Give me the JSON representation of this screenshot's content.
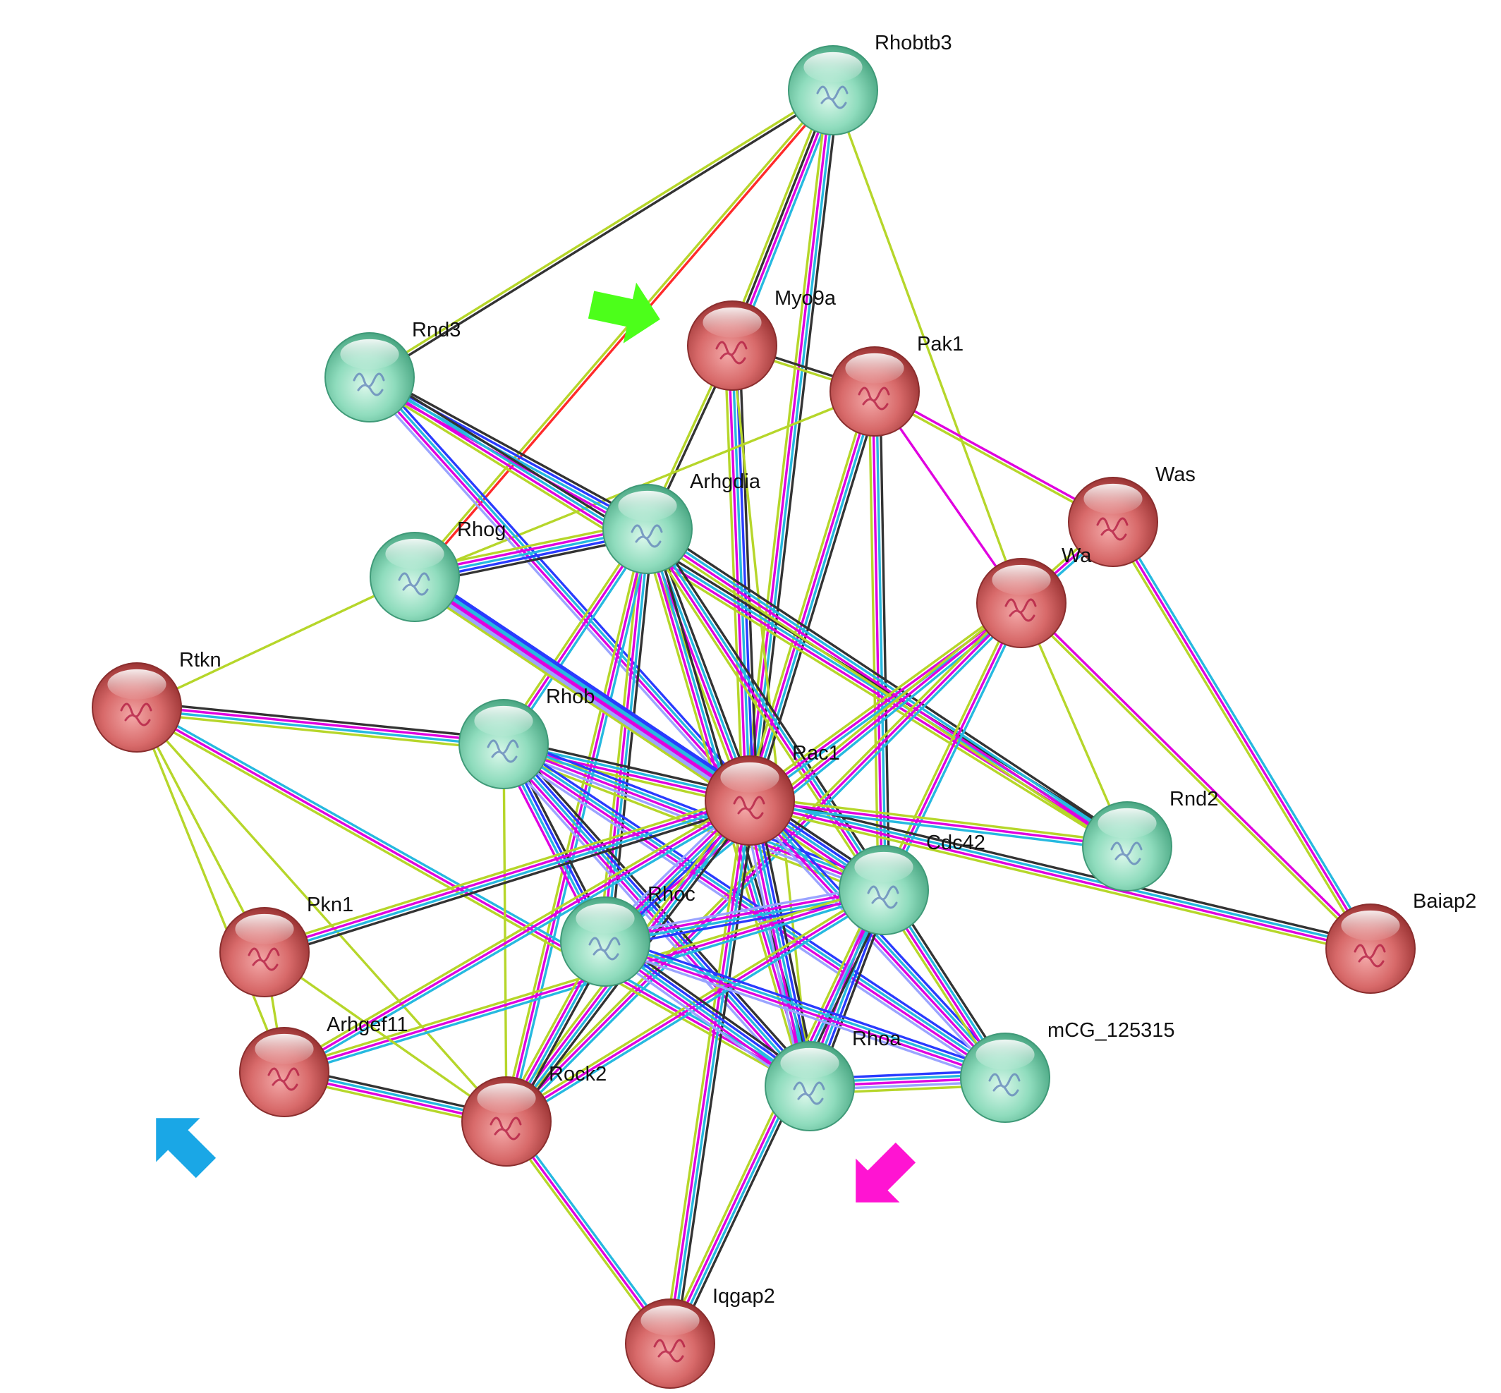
{
  "network": {
    "colors": {
      "red_node": "#c44c4c",
      "green_node": "#74d1ae",
      "edge_black": "#333333",
      "edge_magenta": "#e000e0",
      "edge_cyan": "#26b9e0",
      "edge_blue": "#2a3bff",
      "edge_lightblue": "#9aa4ff",
      "edge_yellowgreen": "#b6d62a",
      "edge_red": "#ff2a2a"
    },
    "nodes": [
      {
        "id": "Rhobtb3",
        "label": "Rhobtb3",
        "color": "green"
      },
      {
        "id": "Myo9a",
        "label": "Myo9a",
        "color": "red"
      },
      {
        "id": "Pak1",
        "label": "Pak1",
        "color": "red"
      },
      {
        "id": "Rnd3",
        "label": "Rnd3",
        "color": "green"
      },
      {
        "id": "Arhgdia",
        "label": "Arhgdia",
        "color": "green"
      },
      {
        "id": "Rhog",
        "label": "Rhog",
        "color": "green"
      },
      {
        "id": "Was",
        "label": "Was",
        "color": "red"
      },
      {
        "id": "Wasl",
        "label": "Wa",
        "color": "red"
      },
      {
        "id": "Rtkn",
        "label": "Rtkn",
        "color": "red"
      },
      {
        "id": "Rhob",
        "label": "Rhob",
        "color": "green"
      },
      {
        "id": "Rac1",
        "label": "Rac1",
        "color": "red"
      },
      {
        "id": "Rnd2",
        "label": "Rnd2",
        "color": "green"
      },
      {
        "id": "Cdc42",
        "label": "Cdc42",
        "color": "green"
      },
      {
        "id": "Baiap2",
        "label": "Baiap2",
        "color": "red"
      },
      {
        "id": "Pkn1",
        "label": "Pkn1",
        "color": "red"
      },
      {
        "id": "Rhoc",
        "label": "Rhoc",
        "color": "green"
      },
      {
        "id": "Arhgef11",
        "label": "Arhgef11",
        "color": "red"
      },
      {
        "id": "Rhoa",
        "label": "Rhoa",
        "color": "green"
      },
      {
        "id": "mCG_125315",
        "label": "mCG_125315",
        "color": "green"
      },
      {
        "id": "Rock2",
        "label": "Rock2",
        "color": "red"
      },
      {
        "id": "Iqgap2",
        "label": "Iqgap2",
        "color": "red"
      }
    ],
    "edges": [
      {
        "source": "Rhobtb3",
        "target": "Rnd3",
        "types": [
          "black",
          "yellowgreen"
        ]
      },
      {
        "source": "Rhobtb3",
        "target": "Rhog",
        "types": [
          "red",
          "yellowgreen"
        ]
      },
      {
        "source": "Rhobtb3",
        "target": "Myo9a",
        "types": [
          "cyan",
          "magenta",
          "black",
          "yellowgreen"
        ]
      },
      {
        "source": "Rhobtb3",
        "target": "Rac1",
        "types": [
          "black",
          "cyan",
          "magenta",
          "yellowgreen"
        ]
      },
      {
        "source": "Rhobtb3",
        "target": "Wasl",
        "types": [
          "yellowgreen"
        ]
      },
      {
        "source": "Myo9a",
        "target": "Pak1",
        "types": [
          "black",
          "yellowgreen"
        ]
      },
      {
        "source": "Myo9a",
        "target": "Arhgdia",
        "types": [
          "black",
          "yellowgreen"
        ]
      },
      {
        "source": "Myo9a",
        "target": "Rac1",
        "types": [
          "black",
          "blue",
          "cyan",
          "magenta",
          "yellowgreen"
        ]
      },
      {
        "source": "Myo9a",
        "target": "Rhoa",
        "types": [
          "yellowgreen"
        ]
      },
      {
        "source": "Pak1",
        "target": "Rhog",
        "types": [
          "yellowgreen"
        ]
      },
      {
        "source": "Pak1",
        "target": "Rac1",
        "types": [
          "black",
          "cyan",
          "magenta",
          "yellowgreen"
        ]
      },
      {
        "source": "Pak1",
        "target": "Cdc42",
        "types": [
          "black",
          "cyan",
          "magenta",
          "yellowgreen"
        ]
      },
      {
        "source": "Pak1",
        "target": "Was",
        "types": [
          "magenta",
          "yellowgreen"
        ]
      },
      {
        "source": "Pak1",
        "target": "Wasl",
        "types": [
          "magenta"
        ]
      },
      {
        "source": "Rnd3",
        "target": "Arhgdia",
        "types": [
          "black",
          "blue",
          "cyan",
          "magenta"
        ]
      },
      {
        "source": "Rnd3",
        "target": "Rac1",
        "types": [
          "blue",
          "cyan",
          "magenta",
          "lightblue"
        ]
      },
      {
        "source": "Rnd3",
        "target": "Rnd2",
        "types": [
          "black",
          "cyan",
          "magenta",
          "yellowgreen"
        ]
      },
      {
        "source": "Arhgdia",
        "target": "Rhog",
        "types": [
          "black",
          "blue",
          "cyan",
          "magenta",
          "yellowgreen"
        ]
      },
      {
        "source": "Arhgdia",
        "target": "Rhob",
        "types": [
          "cyan",
          "magenta",
          "yellowgreen"
        ]
      },
      {
        "source": "Arhgdia",
        "target": "Rac1",
        "types": [
          "black",
          "cyan",
          "magenta",
          "yellowgreen"
        ]
      },
      {
        "source": "Arhgdia",
        "target": "Cdc42",
        "types": [
          "black",
          "cyan",
          "magenta",
          "yellowgreen"
        ]
      },
      {
        "source": "Arhgdia",
        "target": "Rhoc",
        "types": [
          "black",
          "cyan",
          "magenta",
          "yellowgreen"
        ]
      },
      {
        "source": "Arhgdia",
        "target": "Rhoa",
        "types": [
          "black",
          "cyan",
          "magenta",
          "yellowgreen"
        ]
      },
      {
        "source": "Arhgdia",
        "target": "Rnd2",
        "types": [
          "black",
          "cyan",
          "magenta",
          "yellowgreen"
        ]
      },
      {
        "source": "Arhgdia",
        "target": "Rock2",
        "types": [
          "cyan",
          "magenta",
          "yellowgreen"
        ]
      },
      {
        "source": "Rhog",
        "target": "Rtkn",
        "types": [
          "yellowgreen"
        ]
      },
      {
        "source": "Rhog",
        "target": "Rac1",
        "types": [
          "blue",
          "cyan",
          "magenta",
          "lightblue"
        ]
      },
      {
        "source": "Rhog",
        "target": "Cdc42",
        "types": [
          "blue",
          "cyan",
          "magenta",
          "lightblue",
          "yellowgreen"
        ]
      },
      {
        "source": "Was",
        "target": "Wasl",
        "types": [
          "cyan",
          "magenta",
          "yellowgreen"
        ]
      },
      {
        "source": "Was",
        "target": "Baiap2",
        "types": [
          "cyan",
          "magenta",
          "yellowgreen"
        ]
      },
      {
        "source": "Wasl",
        "target": "Rac1",
        "types": [
          "cyan",
          "magenta",
          "yellowgreen"
        ]
      },
      {
        "source": "Wasl",
        "target": "Cdc42",
        "types": [
          "cyan",
          "magenta",
          "yellowgreen"
        ]
      },
      {
        "source": "Wasl",
        "target": "Rhoc",
        "types": [
          "cyan",
          "magenta",
          "yellowgreen"
        ]
      },
      {
        "source": "Wasl",
        "target": "Rock2",
        "types": [
          "cyan",
          "magenta",
          "yellowgreen"
        ]
      },
      {
        "source": "Wasl",
        "target": "Baiap2",
        "types": [
          "magenta",
          "yellowgreen"
        ]
      },
      {
        "source": "Wasl",
        "target": "Rnd2",
        "types": [
          "yellowgreen"
        ]
      },
      {
        "source": "Rtkn",
        "target": "Rhob",
        "types": [
          "black",
          "magenta",
          "cyan",
          "yellowgreen"
        ]
      },
      {
        "source": "Rtkn",
        "target": "Pkn1",
        "types": [
          "yellowgreen"
        ]
      },
      {
        "source": "Rtkn",
        "target": "Arhgef11",
        "types": [
          "yellowgreen"
        ]
      },
      {
        "source": "Rtkn",
        "target": "Rock2",
        "types": [
          "yellowgreen"
        ]
      },
      {
        "source": "Rtkn",
        "target": "Rhoa",
        "types": [
          "cyan",
          "magenta",
          "yellowgreen"
        ]
      },
      {
        "source": "Rhob",
        "target": "Rac1",
        "types": [
          "black",
          "cyan",
          "magenta",
          "yellowgreen"
        ]
      },
      {
        "source": "Rhob",
        "target": "Cdc42",
        "types": [
          "blue",
          "cyan",
          "magenta",
          "lightblue",
          "yellowgreen"
        ]
      },
      {
        "source": "Rhob",
        "target": "Rhoc",
        "types": [
          "black",
          "blue",
          "cyan",
          "magenta"
        ]
      },
      {
        "source": "Rhob",
        "target": "Rhoa",
        "types": [
          "black",
          "blue",
          "cyan",
          "magenta",
          "lightblue"
        ]
      },
      {
        "source": "Rhob",
        "target": "mCG_125315",
        "types": [
          "blue",
          "cyan",
          "magenta",
          "lightblue"
        ]
      },
      {
        "source": "Rhob",
        "target": "Rock2",
        "types": [
          "yellowgreen"
        ]
      },
      {
        "source": "Rac1",
        "target": "Cdc42",
        "types": [
          "black",
          "blue",
          "cyan",
          "magenta",
          "yellowgreen"
        ]
      },
      {
        "source": "Rac1",
        "target": "Baiap2",
        "types": [
          "black",
          "cyan",
          "magenta",
          "yellowgreen"
        ]
      },
      {
        "source": "Rac1",
        "target": "Pkn1",
        "types": [
          "black",
          "cyan",
          "magenta",
          "yellowgreen"
        ]
      },
      {
        "source": "Rac1",
        "target": "Rhoc",
        "types": [
          "blue",
          "cyan",
          "magenta",
          "lightblue"
        ]
      },
      {
        "source": "Rac1",
        "target": "Rhoa",
        "types": [
          "black",
          "blue",
          "cyan",
          "magenta",
          "lightblue"
        ]
      },
      {
        "source": "Rac1",
        "target": "mCG_125315",
        "types": [
          "blue",
          "cyan",
          "magenta",
          "lightblue"
        ]
      },
      {
        "source": "Rac1",
        "target": "Rock2",
        "types": [
          "black",
          "cyan",
          "magenta",
          "yellowgreen"
        ]
      },
      {
        "source": "Rac1",
        "target": "Iqgap2",
        "types": [
          "black",
          "cyan",
          "magenta",
          "yellowgreen"
        ]
      },
      {
        "source": "Rac1",
        "target": "Arhgef11",
        "types": [
          "cyan",
          "magenta",
          "yellowgreen"
        ]
      },
      {
        "source": "Cdc42",
        "target": "Rhoc",
        "types": [
          "blue",
          "cyan",
          "magenta",
          "lightblue"
        ]
      },
      {
        "source": "Cdc42",
        "target": "Rhoa",
        "types": [
          "black",
          "blue",
          "cyan",
          "magenta",
          "lightblue"
        ]
      },
      {
        "source": "Cdc42",
        "target": "mCG_125315",
        "types": [
          "black",
          "cyan",
          "magenta",
          "yellowgreen"
        ]
      },
      {
        "source": "Cdc42",
        "target": "Rock2",
        "types": [
          "cyan",
          "magenta",
          "yellowgreen"
        ]
      },
      {
        "source": "Cdc42",
        "target": "Arhgef11",
        "types": [
          "cyan",
          "magenta",
          "yellowgreen"
        ]
      },
      {
        "source": "Cdc42",
        "target": "Iqgap2",
        "types": [
          "black",
          "cyan",
          "magenta",
          "yellowgreen"
        ]
      },
      {
        "source": "Rnd2",
        "target": "Rac1",
        "types": [
          "cyan",
          "magenta",
          "yellowgreen"
        ]
      },
      {
        "source": "Pkn1",
        "target": "Arhgef11",
        "types": [
          "yellowgreen"
        ]
      },
      {
        "source": "Pkn1",
        "target": "Rock2",
        "types": [
          "yellowgreen"
        ]
      },
      {
        "source": "Rhoc",
        "target": "Rhoa",
        "types": [
          "black",
          "blue",
          "cyan",
          "magenta",
          "lightblue"
        ]
      },
      {
        "source": "Rhoc",
        "target": "mCG_125315",
        "types": [
          "blue",
          "cyan",
          "magenta",
          "lightblue"
        ]
      },
      {
        "source": "Rhoc",
        "target": "Rock2",
        "types": [
          "black",
          "cyan",
          "magenta",
          "yellowgreen"
        ]
      },
      {
        "source": "Rhoa",
        "target": "mCG_125315",
        "types": [
          "blue",
          "cyan",
          "magenta",
          "lightblue",
          "yellowgreen"
        ]
      },
      {
        "source": "Arhgef11",
        "target": "Rock2",
        "types": [
          "black",
          "cyan",
          "magenta",
          "yellowgreen"
        ]
      },
      {
        "source": "Rock2",
        "target": "Iqgap2",
        "types": [
          "cyan",
          "magenta",
          "yellowgreen"
        ]
      }
    ],
    "arrows": [
      {
        "name": "green-arrow",
        "color": "#4cff1a"
      },
      {
        "name": "blue-arrow",
        "color": "#1aa7e6"
      },
      {
        "name": "magenta-arrow",
        "color": "#ff14d2"
      }
    ]
  }
}
